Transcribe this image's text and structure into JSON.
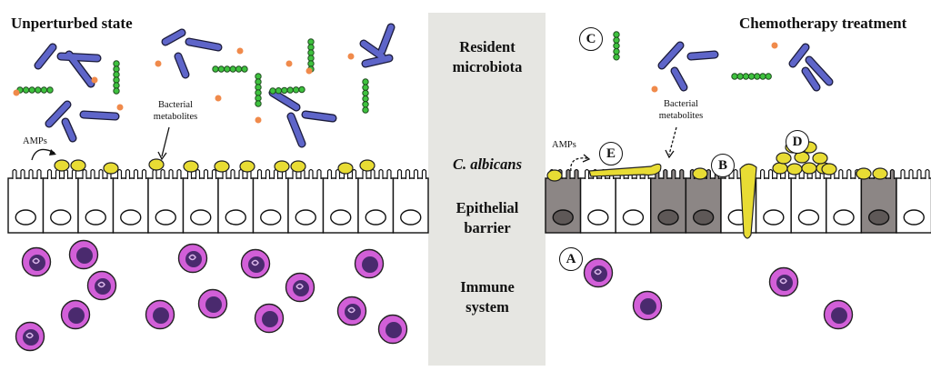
{
  "left_panel": {
    "title": "Unperturbed state",
    "amps_label": "AMPs",
    "metabolites_label": [
      "Bacterial",
      "metabolites"
    ]
  },
  "right_panel": {
    "title": "Chemotherapy treatment",
    "amps_label": "AMPs",
    "metabolites_label": [
      "Bacterial",
      "metabolites"
    ],
    "markers": [
      "A",
      "B",
      "C",
      "D",
      "E"
    ]
  },
  "center_labels": {
    "microbiota": [
      "Resident",
      "microbiota"
    ],
    "candida": "C. albicans",
    "epithelial": [
      "Epithelial",
      "barrier"
    ],
    "immune": [
      "Immune",
      "system"
    ]
  },
  "colors": {
    "bacilli": "#5e65c9",
    "cocci": "#3ec23e",
    "metabolite": "#f08a4b",
    "candida": "#e8dc34",
    "epithelial_cell": "#ffffff",
    "damaged_cell": "#8c8685",
    "immune_cell": "#d25fd8",
    "immune_nucleus": "#4a2a6e",
    "center_band": "#e6e6e2"
  }
}
